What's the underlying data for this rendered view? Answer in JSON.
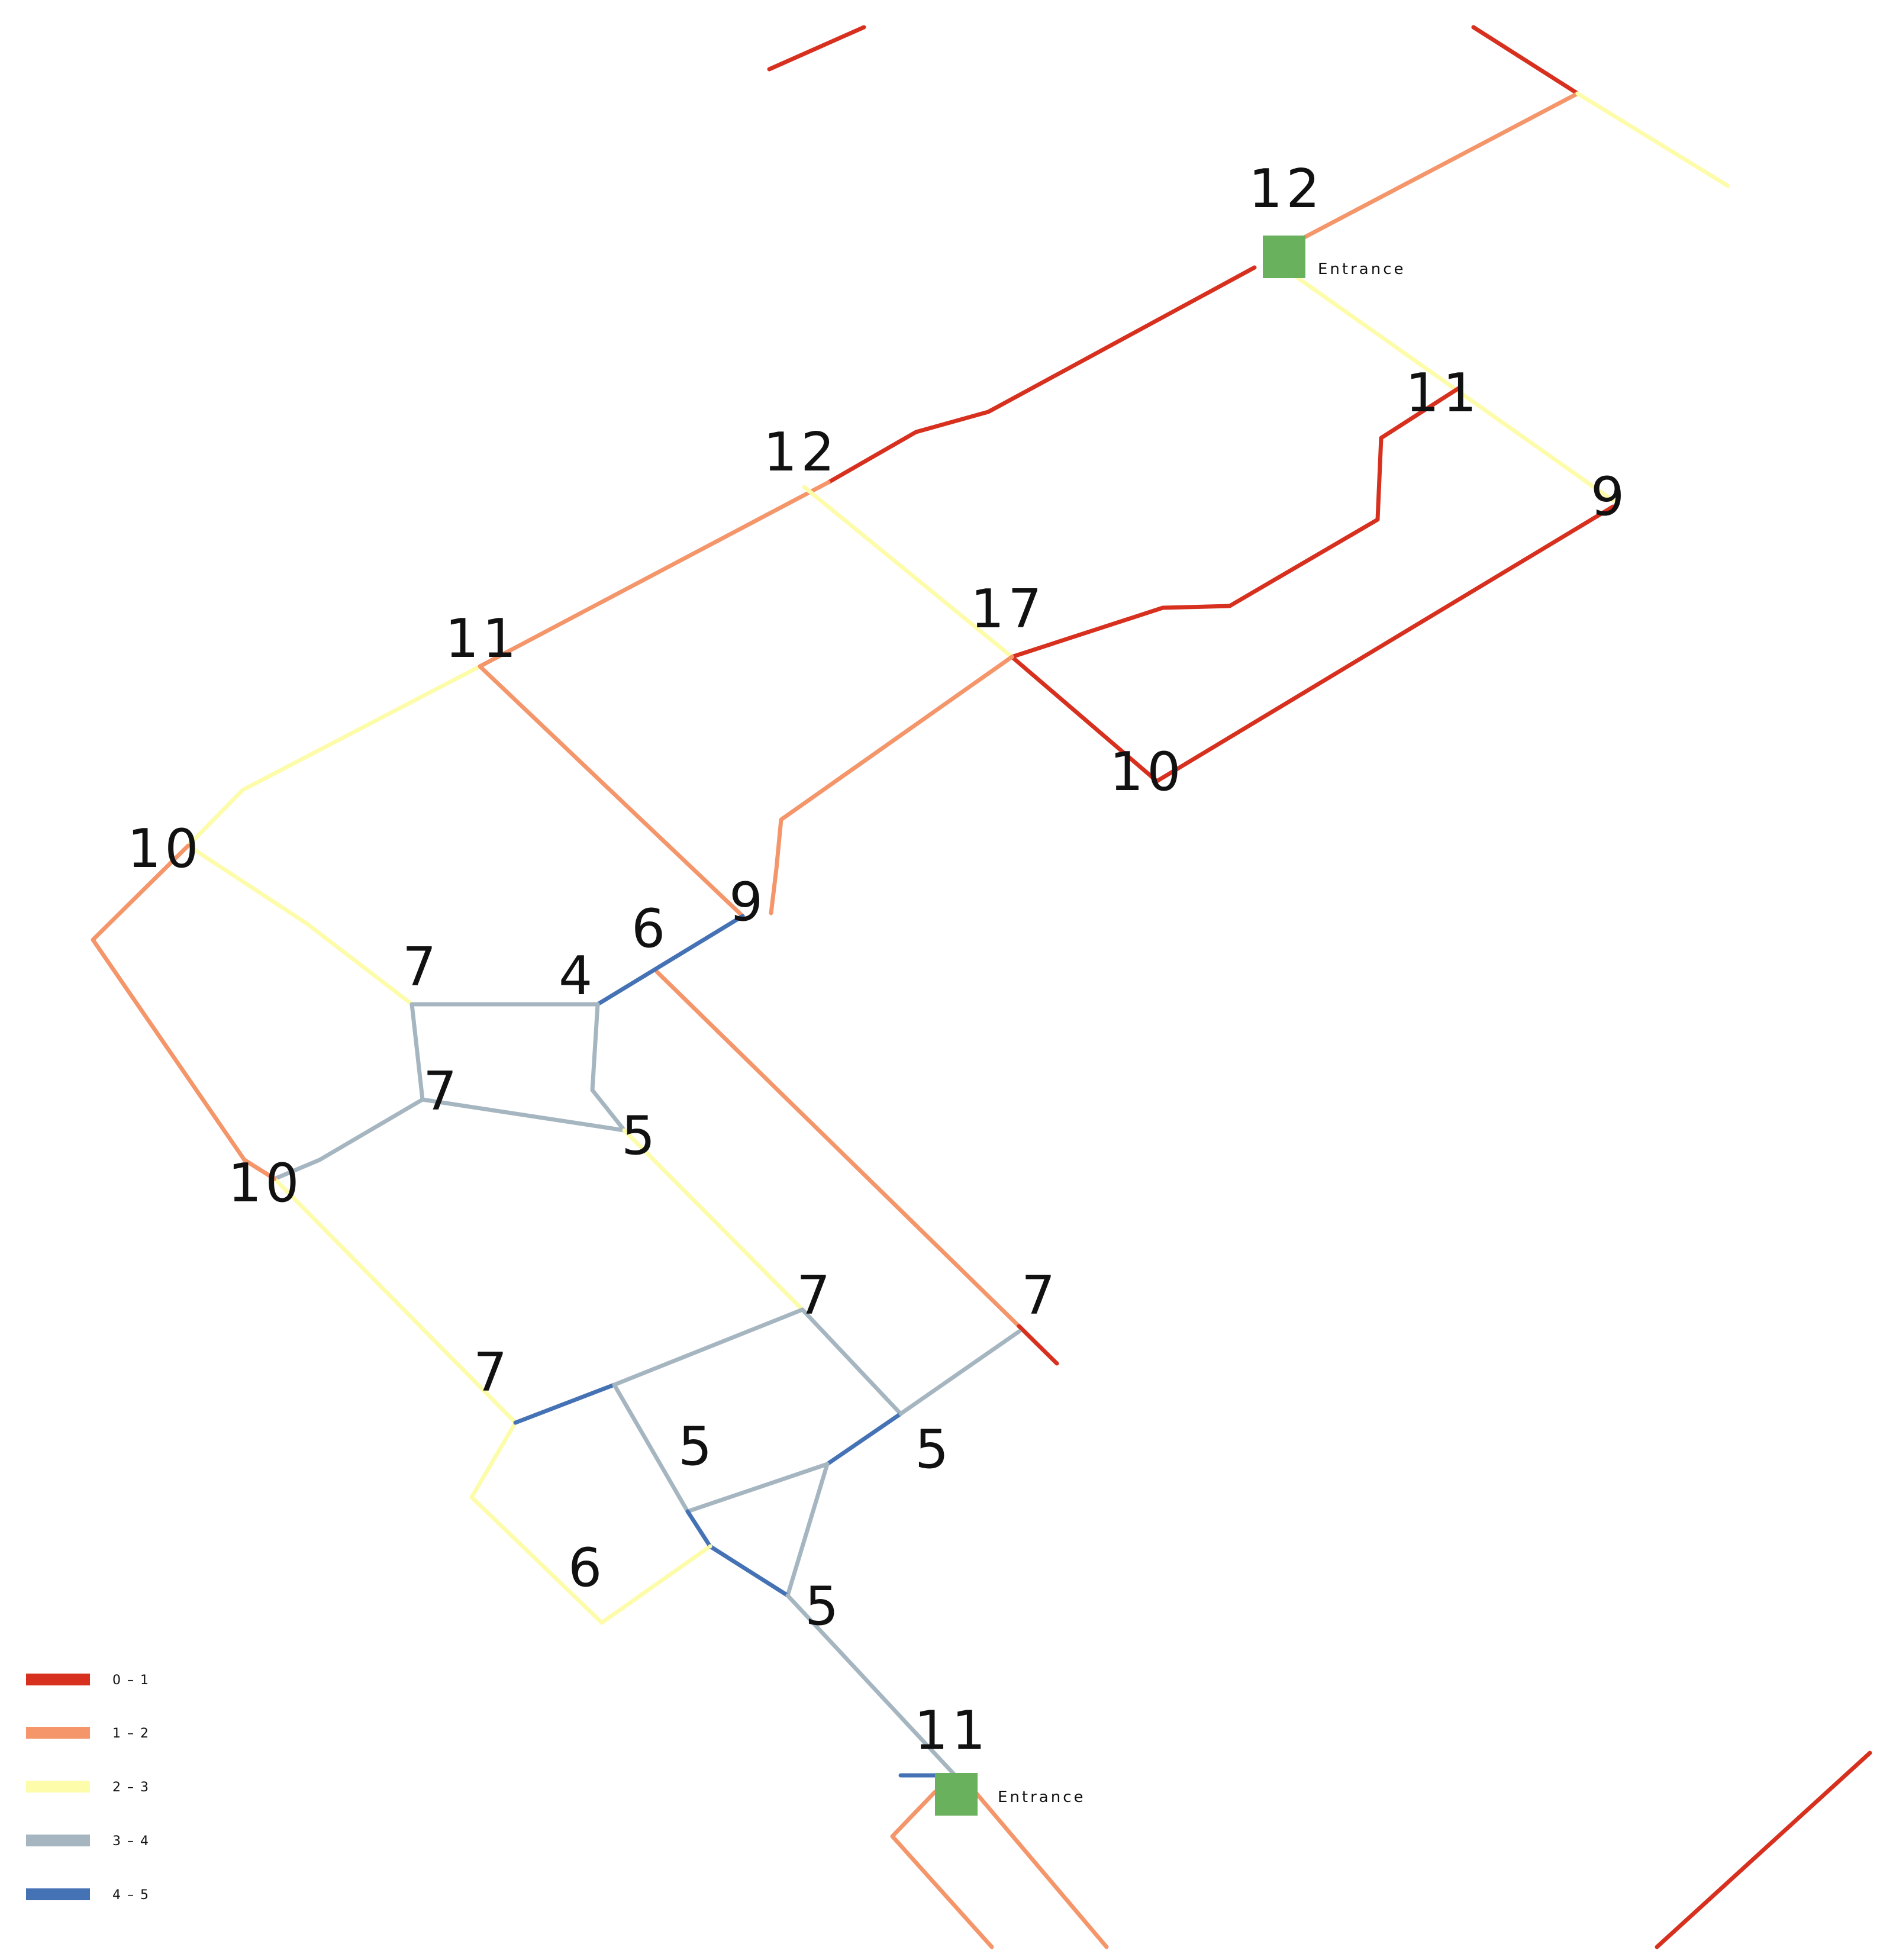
{
  "palette": {
    "0-1": "#d7301f",
    "1-2": "#f4956a",
    "2-3": "#fdfcab",
    "3-4": "#a6b6c1",
    "4-5": "#4472b4",
    "entrance": "#6ab15e"
  },
  "legend": [
    {
      "label": "0 – 1",
      "cls": "0-1"
    },
    {
      "label": "1 – 2",
      "cls": "1-2"
    },
    {
      "label": "2 – 3",
      "cls": "2-3"
    },
    {
      "label": "3 – 4",
      "cls": "3-4"
    },
    {
      "label": "4 – 5",
      "cls": "4-5"
    }
  ],
  "entrances": [
    {
      "label": "Entrance"
    },
    {
      "label": "Entrance"
    }
  ],
  "node_labels": [
    "12",
    "11",
    "9",
    "12",
    "17",
    "11",
    "10",
    "10",
    "9",
    "6",
    "7",
    "4",
    "7",
    "5",
    "10",
    "7",
    "7",
    "7",
    "5",
    "5",
    "6",
    "5",
    "11"
  ],
  "segment_classes": [
    "0-1",
    "0-1",
    "1-2",
    "2-3",
    "2-3",
    "0-1",
    "0-1",
    "0-1",
    "1-2",
    "2-3",
    "1-2",
    "2-3",
    "1-2",
    "2-3",
    "1-2",
    "1-2",
    "0-1",
    "0-1",
    "4-5",
    "3-4",
    "3-4",
    "3-4",
    "3-4",
    "3-4",
    "2-3",
    "1-2",
    "2-3",
    "1-2",
    "2-3",
    "4-5",
    "3-4",
    "3-4",
    "4-5",
    "3-4",
    "3-4",
    "3-4",
    "4-5",
    "3-4",
    "4-5",
    "2-3",
    "3-4",
    "1-2",
    "1-2",
    "1-2",
    "0-1"
  ]
}
